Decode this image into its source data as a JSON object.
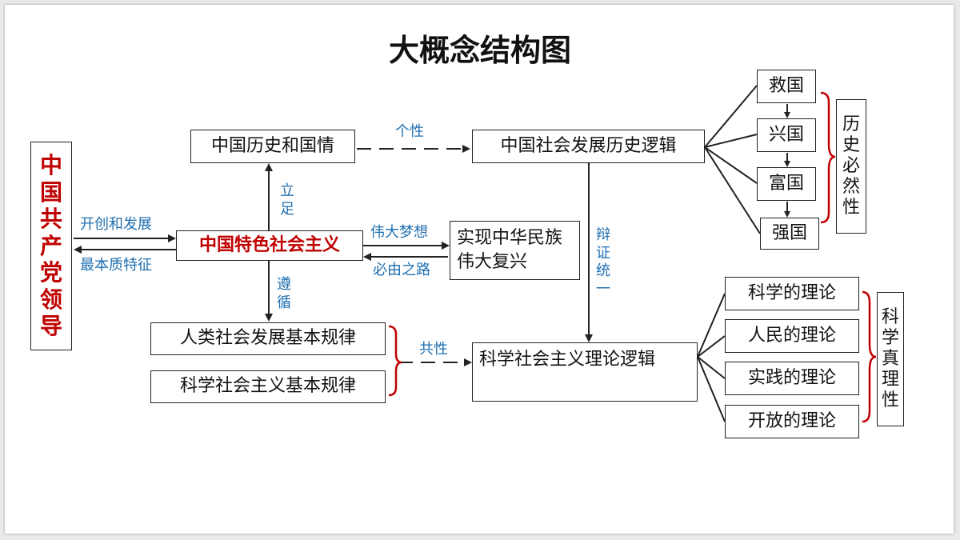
{
  "title": "大概念结构图",
  "colors": {
    "red": "#c00000",
    "blue": "#1f6fb0",
    "line": "#222222"
  },
  "nodes": {
    "party": "中国共产党领导",
    "socialism": "中国特色社会主义",
    "history_nation": "中国历史和国情",
    "historical_logic": "中国社会发展历史逻辑",
    "rejuvenation": "实现中华民族伟大复兴",
    "human_law": "人类社会发展基本规律",
    "sci_soc_law": "科学社会主义基本规律",
    "theory_logic": "科学社会主义理论逻辑"
  },
  "nation_steps": [
    "救国",
    "兴国",
    "富国",
    "强国"
  ],
  "historical_necessity": "历史必然性",
  "theories": [
    "科学的理论",
    "人民的理论",
    "实践的理论",
    "开放的理论"
  ],
  "scientific_truth": "科学真理性",
  "edge_labels": {
    "pioneer": "开创和发展",
    "essence": "最本质特征",
    "individuality": "个性",
    "foothold": "立足",
    "follow": "遵循",
    "great_dream": "伟大梦想",
    "must_path": "必由之路",
    "dialectical": "辩证统一",
    "commonality": "共性"
  }
}
